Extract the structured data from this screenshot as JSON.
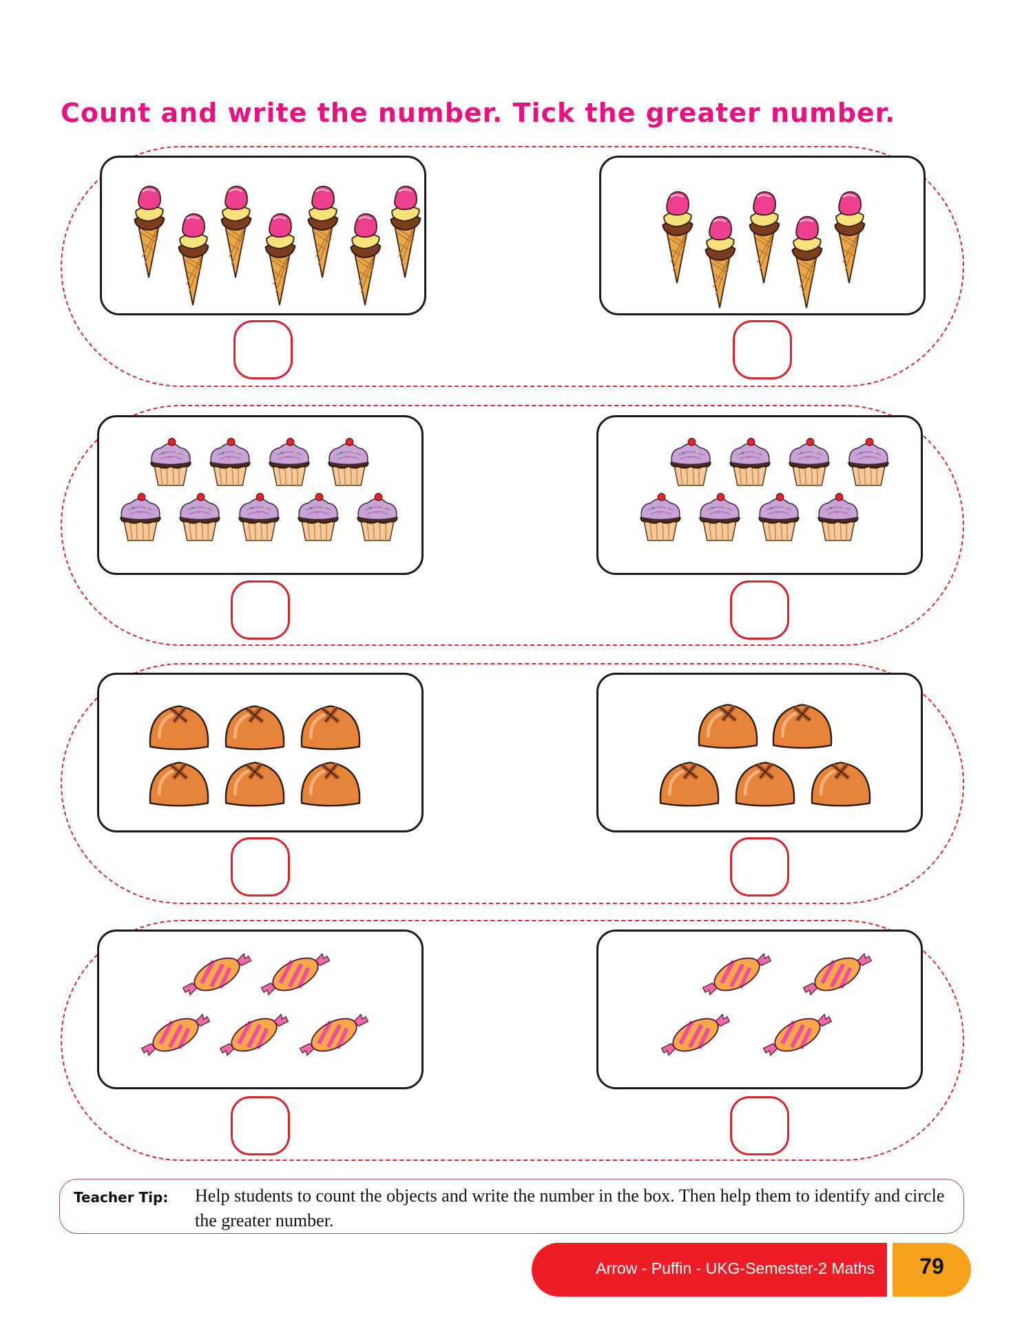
{
  "instruction": "Count and write the number. Tick the greater number.",
  "exercises": [
    {
      "item": "ice-cream",
      "left_count": 7,
      "right_count": 5
    },
    {
      "item": "cupcake",
      "left_count": 9,
      "right_count": 8
    },
    {
      "item": "bun",
      "left_count": 6,
      "right_count": 5
    },
    {
      "item": "candy",
      "left_count": 5,
      "right_count": 4
    }
  ],
  "teacher_tip": {
    "label": "Teacher Tip:",
    "text": "Help students to count the objects and write the number in the box. Then help them to identify and circle the greater number."
  },
  "footer": {
    "book_title": "Arrow - Puffin - UKG-Semester-2 Maths",
    "page_number": "79"
  },
  "colors": {
    "title": "#e6127d",
    "dashed_border": "#e0262b",
    "answer_box": "#d8232a",
    "footer_bg": "#ee1c25",
    "page_bg": "#f6a21c"
  }
}
